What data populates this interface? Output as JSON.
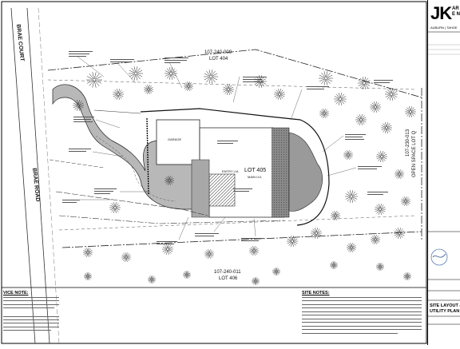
{
  "labels": {
    "street_court": "BRAE COURT",
    "street_road": "BRAE ROAD",
    "lot_north_apn": "107-240-009",
    "lot_north": "LOT 404",
    "lot_south_apn": "107-240-011",
    "lot_south": "LOT 406",
    "lot_center": "LOT 405",
    "open_space_apn": "107-230-013",
    "open_space": "OPEN SPACE LOT Q",
    "garage": "GARAGE",
    "entry": "ENTRY LVL",
    "main_lvl": "MAIN LVL"
  },
  "notes": {
    "site_notes_title": "SITE NOTES:",
    "service_notes_title": "VICE NOTE:"
  },
  "title_block": {
    "logo": "JK",
    "logo_side": "AR\nE N",
    "office": "AUBURN | TAHOE",
    "sheet_title": "SITE LAYOUT &\nUTILITY PLAN"
  },
  "colors": {
    "paving": "#bdbdbd",
    "house": "#ffffff",
    "line": "#222222"
  }
}
